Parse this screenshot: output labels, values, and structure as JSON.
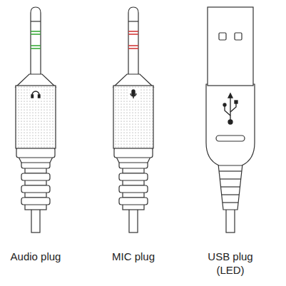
{
  "diagram": {
    "labels": [
      "Audio plug",
      "MIC plug",
      "USB plug (LED)"
    ]
  }
}
